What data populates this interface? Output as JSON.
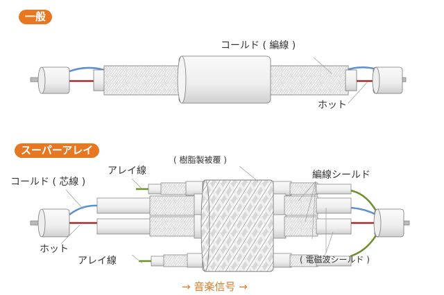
{
  "general": {
    "badge": "一般",
    "label_cold": "コールド ( 編線 )",
    "label_hot": "ホット"
  },
  "super_array": {
    "badge": "スーパーアレイ",
    "label_coating": "( 樹脂製被覆 )",
    "label_array_top": "アレイ線",
    "label_cold": "コールド ( 芯線 )",
    "label_braid_shield": "編線シールド",
    "label_hot": "ホット",
    "label_array_bottom": "アレイ線",
    "label_em_shield": "( 電磁波シールド )"
  },
  "signal_label": "→ 音楽信号 →",
  "colors": {
    "accent": "#e87722",
    "cold_wire": "#5b8fd0",
    "hot_wire": "#9b2a2a",
    "array_wire": "#6b8f2a"
  }
}
